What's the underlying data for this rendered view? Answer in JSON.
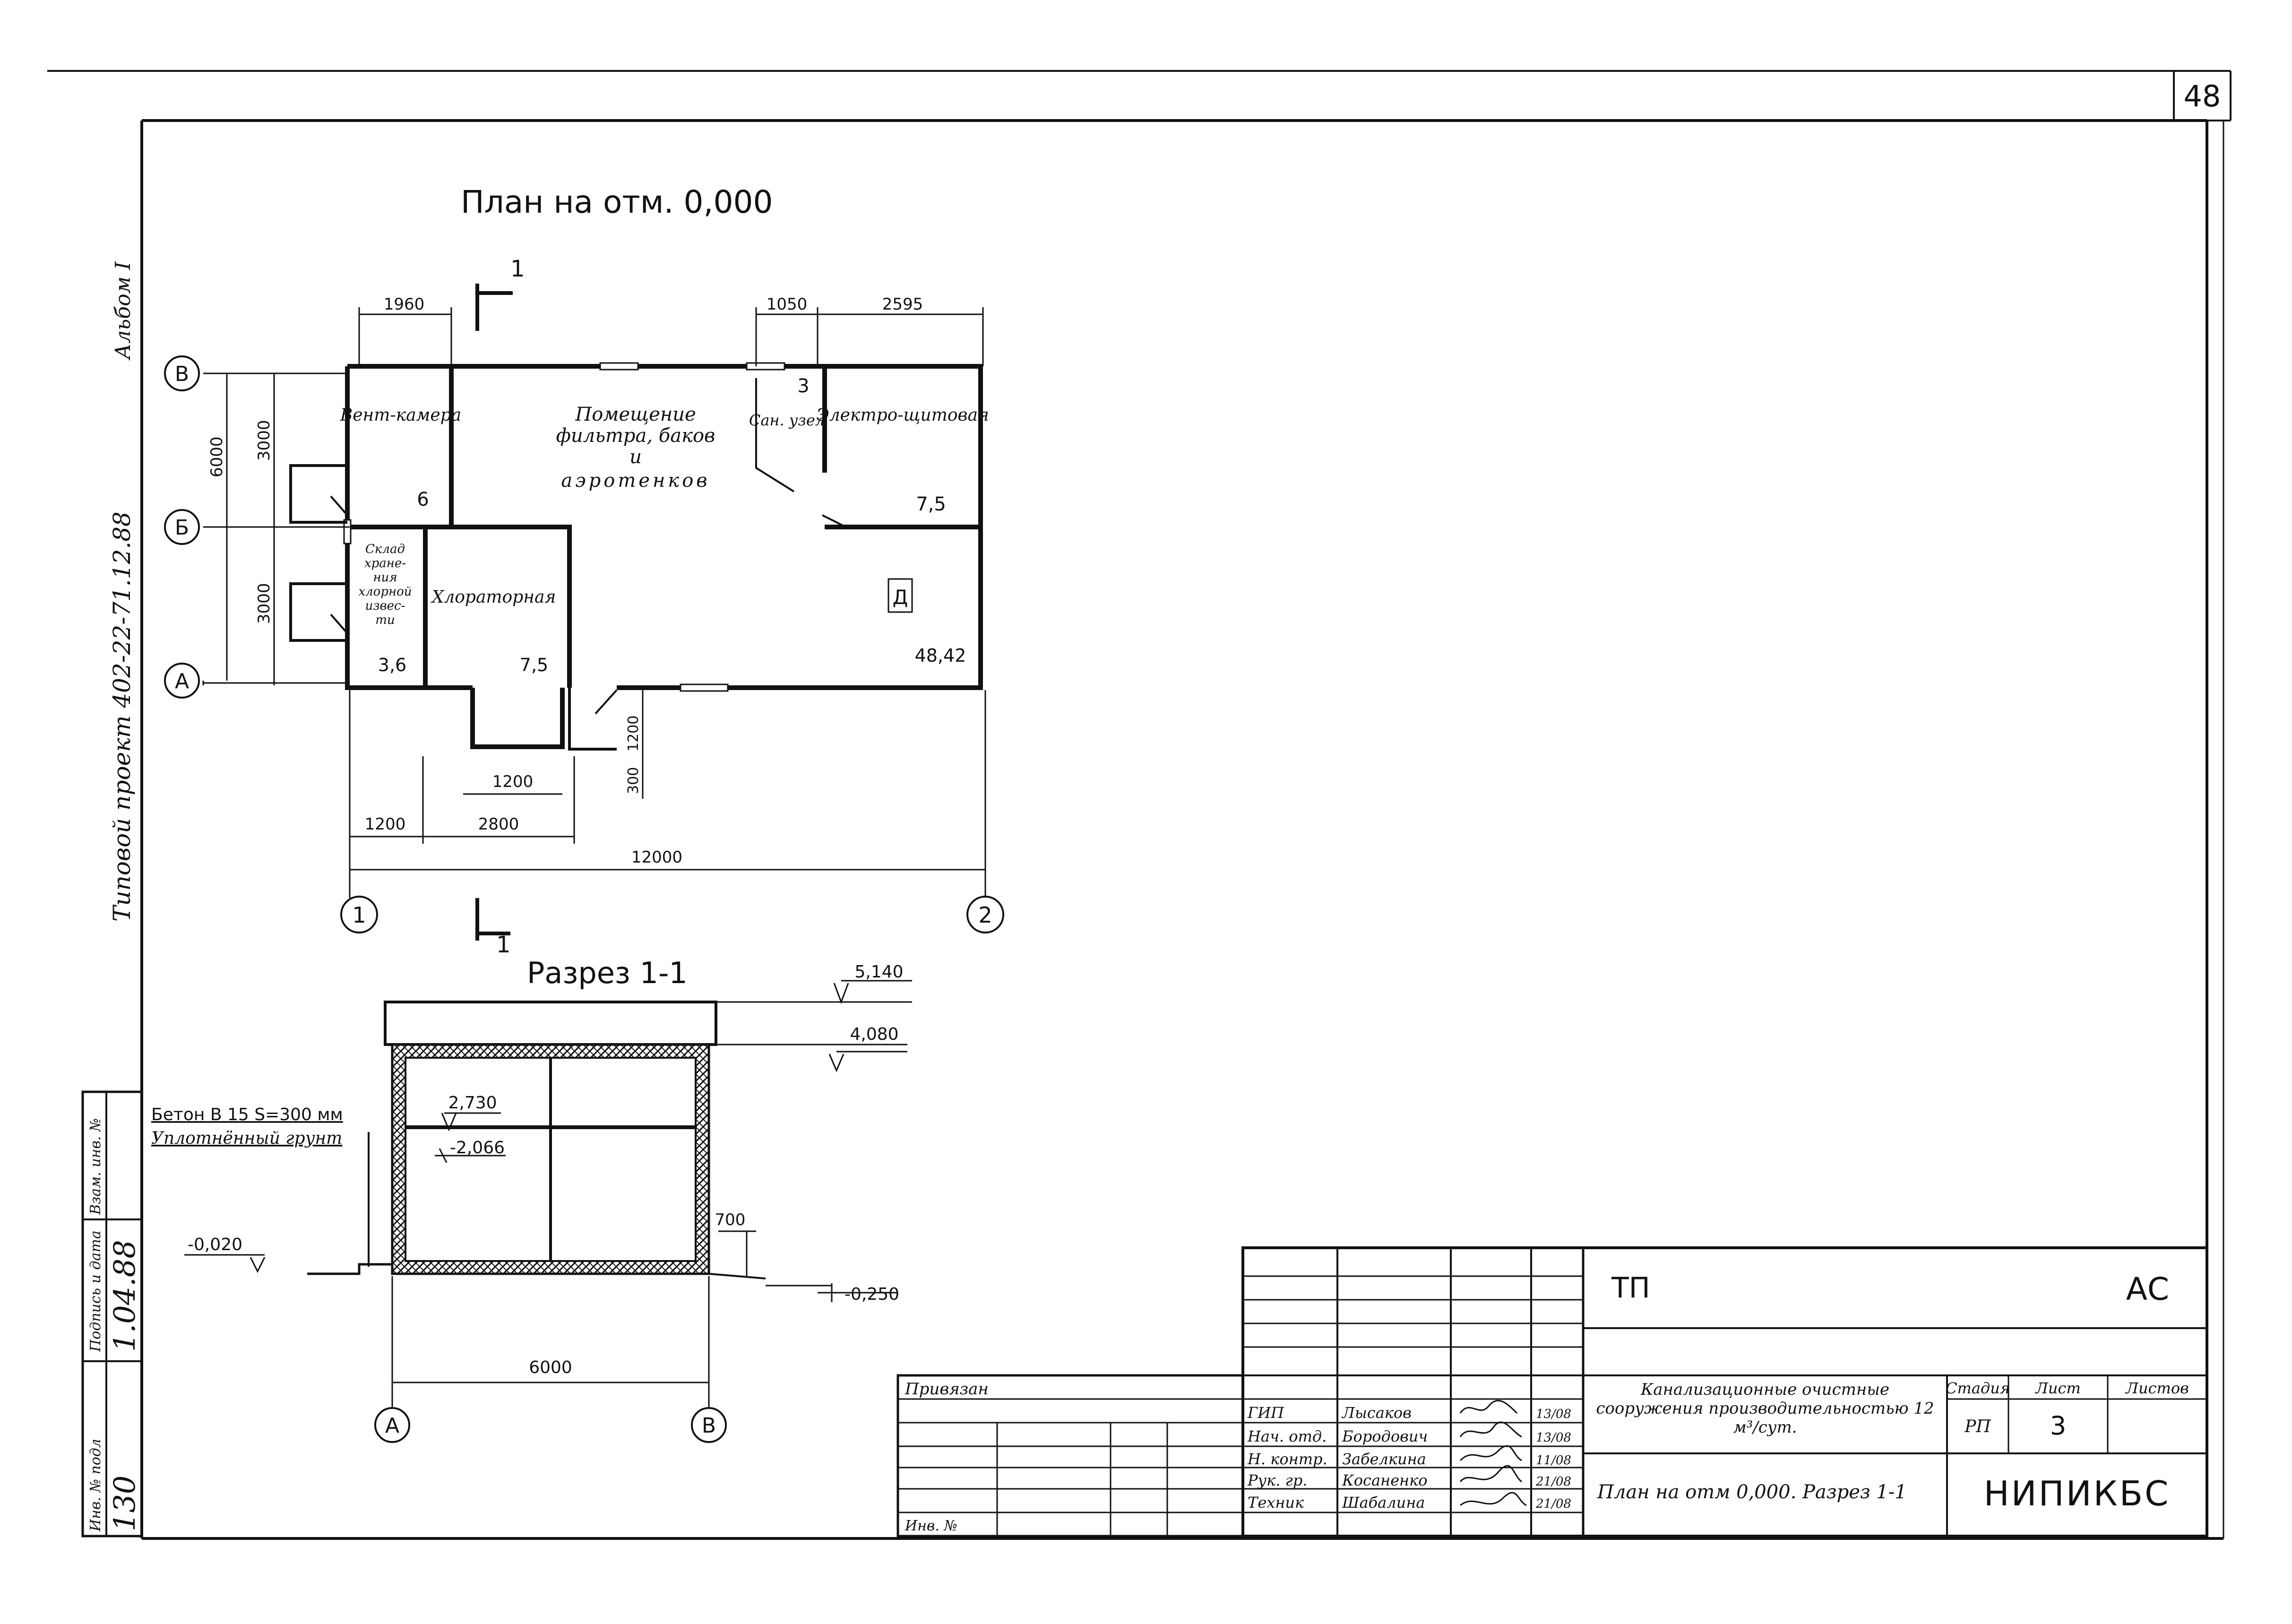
{
  "sheet": {
    "page_number": "48",
    "album_label": "Альбом I",
    "project_label": "Типовой проект 402-22-71.12.88"
  },
  "plan": {
    "title": "План на отм. 0,000",
    "section_mark": "1",
    "dims_top": [
      "1960",
      "1050",
      "2595"
    ],
    "dims_left": [
      "6000",
      "3000",
      "3000"
    ],
    "dims_bottom": [
      "1200",
      "2800",
      "12000",
      "1200"
    ],
    "dims_small": [
      "1200",
      "300"
    ],
    "axes_rows": [
      "В",
      "Б",
      "А"
    ],
    "axes_cols": [
      "1",
      "2"
    ],
    "rooms": {
      "vent": "Вент-камера",
      "vent_area": "6",
      "main_l1": "Помещение",
      "main_l2": "фильтра, баков",
      "main_l3": "и",
      "main_l4": "аэротенков",
      "san": "Сан. узел",
      "san_area": "3",
      "electro": "Электро-щитовая",
      "electro_area": "7,5",
      "sklad_l1": "Склад",
      "sklad_l2": "хране-",
      "sklad_l3": "ния",
      "sklad_l4": "хлорной",
      "sklad_l5": "извес-",
      "sklad_l6": "ти",
      "sklad_area": "3,6",
      "chlor": "Хлораторная",
      "chlor_area": "7,5",
      "d_mark": "Д",
      "main_area": "48,42"
    }
  },
  "section": {
    "title": "Разрез 1-1",
    "levels": [
      "5,140",
      "4,080",
      "2,730",
      "-2,066",
      "-0,020",
      "-0,250"
    ],
    "dim_700": "700",
    "dim_6000": "6000",
    "note1": "Бетон В 15  S=300 мм",
    "note2": "Уплотнённый грунт",
    "axes": [
      "А",
      "В"
    ]
  },
  "stamp": {
    "left_strip": {
      "inv": "Инв. № подл",
      "inv_val": "130",
      "sign": "Подпись и дата",
      "sign_val": "1.04.88",
      "vzam": "Взам. инв. №"
    },
    "privyazan": "Привязан",
    "inv_no": "Инв. №",
    "code_tp": "ТП",
    "code_ac": "АС",
    "org": "НИПИКБС",
    "object_title": "Канализационные очистные сооружения производительностью 12 м³/сут.",
    "sheet_title": "План на отм 0,000. Разрез 1-1",
    "headers": [
      "Стадия",
      "Лист",
      "Листов"
    ],
    "stage": "РП",
    "sheet_no": "3",
    "people": [
      {
        "role": "ГИП",
        "name": "Лысаков",
        "date": "13/08"
      },
      {
        "role": "Нач. отд.",
        "name": "Бородович",
        "date": "13/08"
      },
      {
        "role": "Н. контр.",
        "name": "Забелкина",
        "date": "11/08"
      },
      {
        "role": "Рук. гр.",
        "name": "Косаненко",
        "date": "21/08"
      },
      {
        "role": "Техник",
        "name": "Шабалина",
        "date": "21/08"
      }
    ]
  }
}
